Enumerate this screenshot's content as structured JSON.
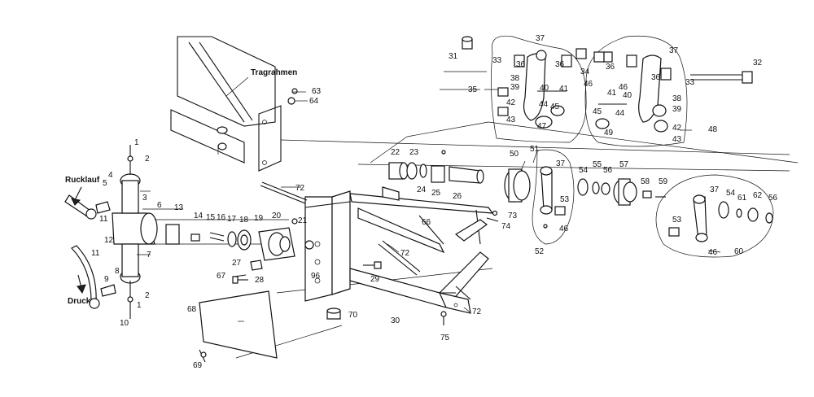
{
  "labels": {
    "tragrahmen": "Tragrahmen",
    "rucklauf": "Rucklauf",
    "druck": "Druck"
  },
  "parts": [
    "1",
    "2",
    "3",
    "4",
    "5",
    "6",
    "7",
    "8",
    "9",
    "10",
    "11",
    "12",
    "13",
    "14",
    "15",
    "16",
    "17",
    "18",
    "19",
    "20",
    "21",
    "22",
    "23",
    "24",
    "25",
    "26",
    "27",
    "28",
    "29",
    "30",
    "31",
    "32",
    "33",
    "34",
    "35",
    "36",
    "37",
    "38",
    "39",
    "40",
    "41",
    "42",
    "43",
    "44",
    "45",
    "46",
    "47",
    "48",
    "49",
    "50",
    "51",
    "52",
    "53",
    "54",
    "55",
    "56",
    "57",
    "58",
    "59",
    "60",
    "61",
    "62",
    "63",
    "64",
    "66",
    "67",
    "68",
    "69",
    "70",
    "72",
    "73",
    "74",
    "75",
    "96"
  ]
}
